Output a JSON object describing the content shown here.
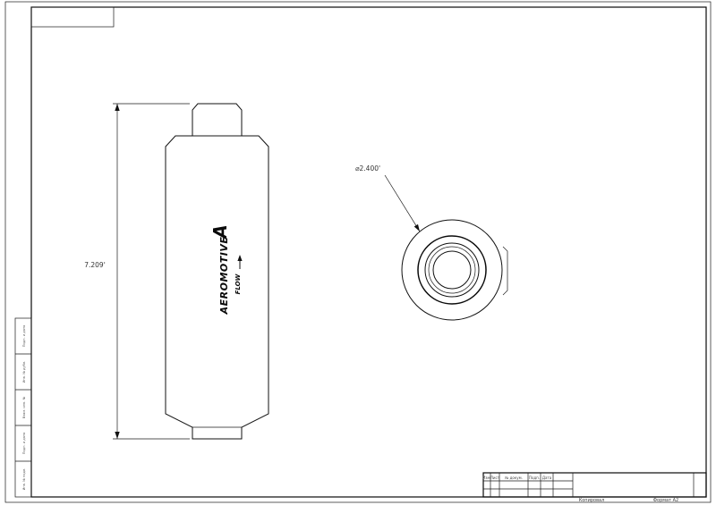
{
  "drawing": {
    "side_view": {
      "height_dim": "7.209'",
      "brand_emblem": "A",
      "brand": "AEROMOTIVE",
      "flow": "FLOW"
    },
    "end_view": {
      "diameter_dim": "⌀2.400'"
    },
    "frame": {
      "left_strip": [
        "Подп. и дата",
        "Инв. № дубл.",
        "Взам. инв. №",
        "Подп. и дата",
        "Инв. № подл."
      ],
      "title_cols": [
        "Изм.",
        "Лист",
        "№ докум.",
        "Подп.",
        "Дата"
      ],
      "copied": "Копировал",
      "format": "Формат А2"
    }
  }
}
